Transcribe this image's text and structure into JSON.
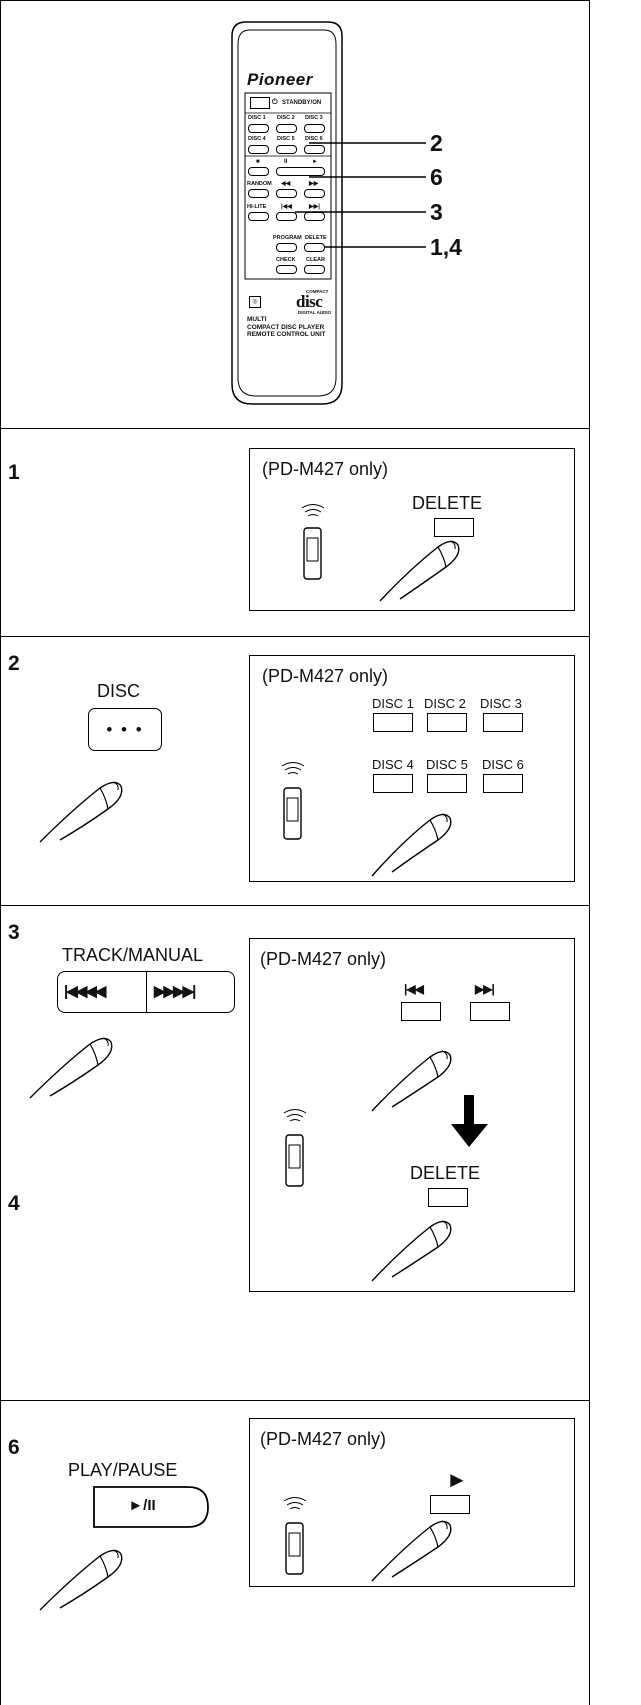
{
  "remote": {
    "brand": "Pioneer",
    "standby_label": "STANDBY/ON",
    "disc_buttons_row1": [
      "DISC 1",
      "DISC 2",
      "DISC 3"
    ],
    "disc_buttons_row2": [
      "DISC 4",
      "DISC 5",
      "DISC 6"
    ],
    "transport_symbols": [
      "■",
      "II",
      "►"
    ],
    "random_label": "RANDOM",
    "hilite_label": "HI-LITE",
    "program_label": "PROGRAM",
    "delete_label": "DELETE",
    "check_label": "CHECK",
    "clear_label": "CLEAR",
    "disc_logo": "disc",
    "disc_logo_top": "COMPACT",
    "disc_logo_bottom": "DIGITAL AUDIO",
    "unit_lines": [
      "MULTI",
      "COMPACT DISC PLAYER",
      "REMOTE CONTROL UNIT"
    ],
    "callouts": [
      "2",
      "6",
      "3",
      "1,4"
    ]
  },
  "steps": {
    "s1": {
      "number": "1",
      "note": "(PD-M427 only)",
      "button_label": "DELETE"
    },
    "s2": {
      "number": "2",
      "panel_label": "DISC",
      "panel_dots": "• • •",
      "note": "(PD-M427 only)",
      "disc_row1": [
        "DISC 1",
        "DISC 2",
        "DISC 3"
      ],
      "disc_row2": [
        "DISC 4",
        "DISC 5",
        "DISC 6"
      ]
    },
    "s3": {
      "number": "3",
      "number_b": "4",
      "panel_label": "TRACK/MANUAL",
      "panel_left_symbol": "|◀◀◀◀",
      "panel_right_symbol": "▶▶▶▶|",
      "note": "(PD-M427 only)",
      "prev_symbol": "|◀◀",
      "next_symbol": "▶▶|",
      "delete_label": "DELETE"
    },
    "s6": {
      "number": "6",
      "panel_label": "PLAY/PAUSE",
      "panel_symbol": "►/II",
      "note": "(PD-M427 only)",
      "play_symbol": "►"
    }
  }
}
